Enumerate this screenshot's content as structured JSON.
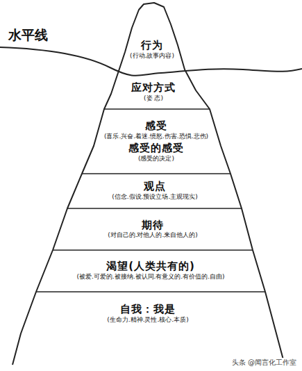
{
  "diagram": {
    "nodes": [
      {
        "text": [
          "行为",
          "(行动.故事内容)"
        ]
      },
      {
        "text": [
          "应对方式",
          "(姿 态)"
        ]
      },
      {
        "text": [
          "感受",
          "(喜乐.兴奋.着迷.愤怒.伤害.恐惧.悲伤)",
          "感受的感受",
          "(感受的决定)"
        ]
      },
      {
        "text": [
          "观点",
          "(信念.假设.预设立场.主观现实)"
        ]
      },
      {
        "text": [
          "期待",
          "(对自己的.对他人的.来自他人的)"
        ]
      },
      {
        "text": [
          "渴望(人类共有的)",
          "(被爱.可爱的.被接纳.被认同.有意义的.有价值的.自由)"
        ]
      },
      {
        "text": [
          "自我：我是",
          "(生命力.精神.灵性.核心.本质)"
        ]
      }
    ],
    "labels": [
      "水平线",
      "头条 @闻言化工作室"
    ]
  }
}
